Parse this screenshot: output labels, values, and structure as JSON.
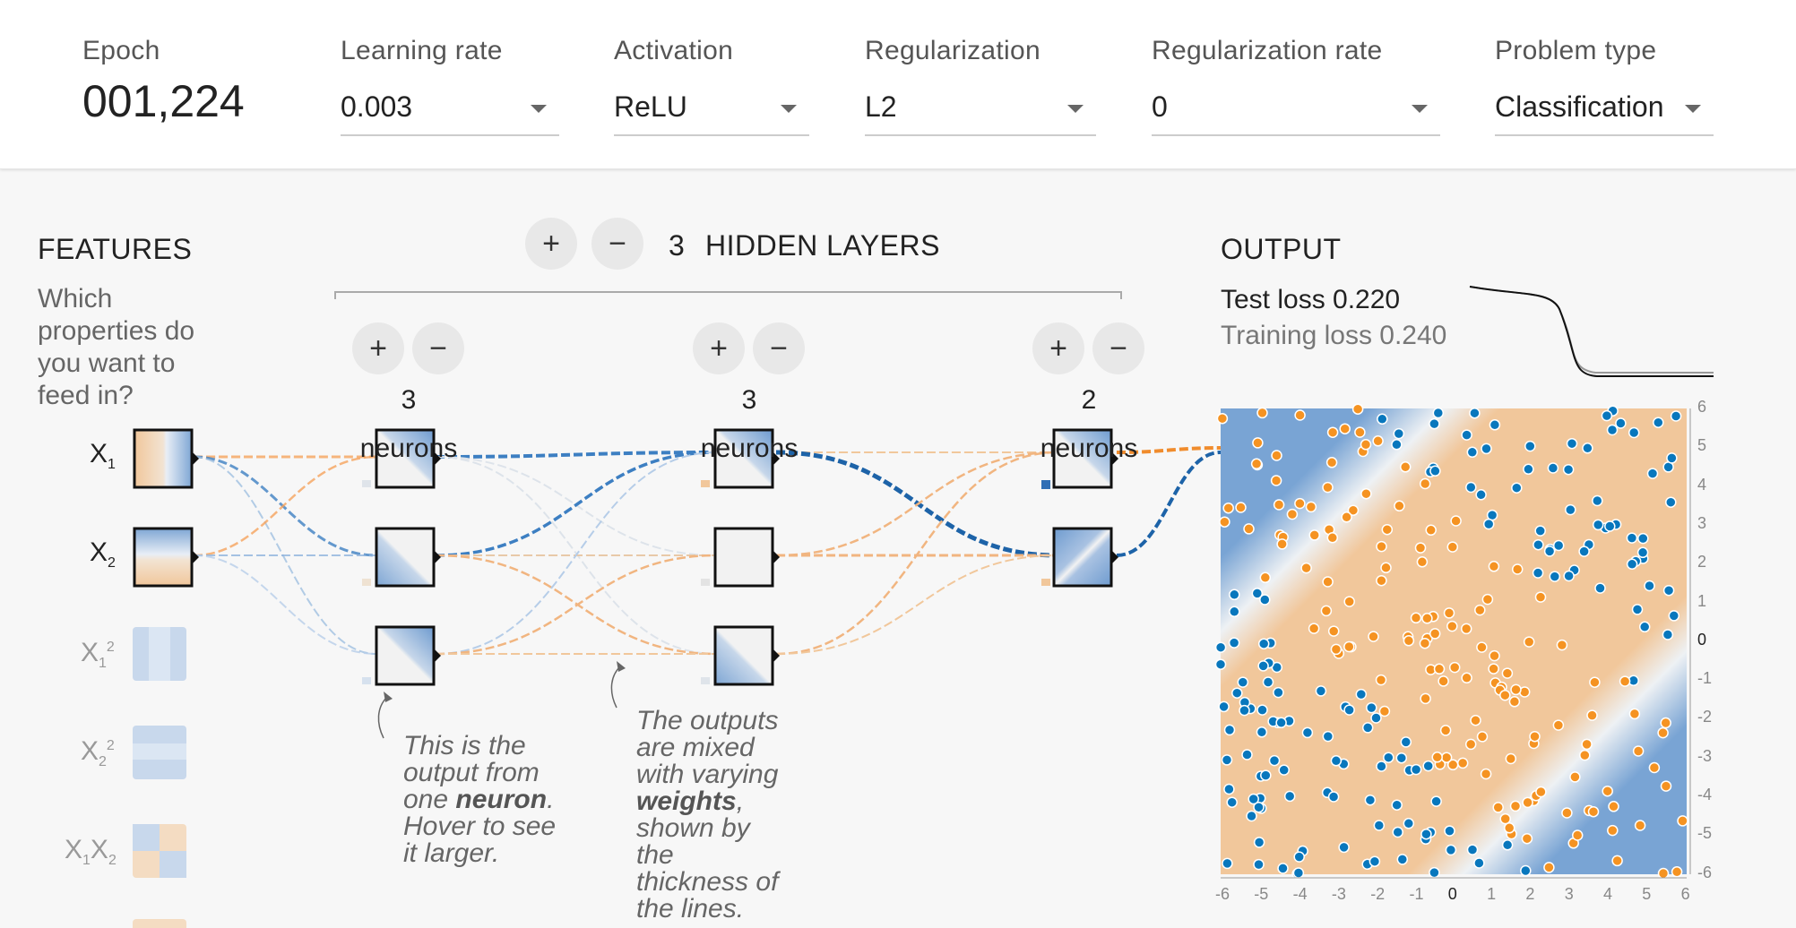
{
  "controls": {
    "epoch_label": "Epoch",
    "epoch_value": "001,224",
    "learning_rate_label": "Learning rate",
    "learning_rate_value": "0.003",
    "activation_label": "Activation",
    "activation_value": "ReLU",
    "regularization_label": "Regularization",
    "regularization_value": "L2",
    "regularization_rate_label": "Regularization rate",
    "regularization_rate_value": "0",
    "problem_type_label": "Problem type",
    "problem_type_value": "Classification"
  },
  "features": {
    "title": "FEATURES",
    "prompt": [
      "Which",
      "properties do",
      "you want to",
      "feed in?"
    ],
    "items": [
      {
        "base": "X",
        "sub": "1",
        "sup": "",
        "active": true
      },
      {
        "base": "X",
        "sub": "2",
        "sup": "",
        "active": true
      },
      {
        "base": "X",
        "sub": "1",
        "sup": "2",
        "active": false
      },
      {
        "base": "X",
        "sub": "2",
        "sup": "2",
        "active": false
      },
      {
        "base": "X",
        "sub": "1",
        "base2": "X",
        "sub2": "2",
        "active": false
      }
    ]
  },
  "hidden_layers": {
    "count": "3",
    "label": "HIDDEN LAYERS",
    "add_symbol": "+",
    "remove_symbol": "−",
    "layers": [
      {
        "neurons": "3",
        "word": "neurons"
      },
      {
        "neurons": "3",
        "word": "neurons"
      },
      {
        "neurons": "2",
        "word": "neurons"
      }
    ]
  },
  "annotations": {
    "neuron_note": [
      "This is the",
      "output from",
      "one <b>neuron</b>.",
      "Hover to see",
      "it larger."
    ],
    "weights_note": [
      "The outputs",
      "are mixed",
      "with varying",
      "<b>weights</b>,",
      "shown by",
      "the",
      "thickness of",
      "the lines."
    ]
  },
  "output": {
    "title": "OUTPUT",
    "test_loss": "Test loss 0.220",
    "training_loss": "Training loss 0.240",
    "x_ticks": [
      "-6",
      "-5",
      "-4",
      "-3",
      "-2",
      "-1",
      "0",
      "1",
      "2",
      "3",
      "4",
      "5",
      "6"
    ],
    "y_ticks": [
      "6",
      "5",
      "4",
      "3",
      "2",
      "1",
      "0",
      "-1",
      "-2",
      "-3",
      "-4",
      "-5",
      "-6"
    ]
  },
  "colors": {
    "orange": "#f59322",
    "blue": "#0877bd",
    "region_orange": "#f1c79b",
    "region_blue": "#7ea6d4"
  }
}
